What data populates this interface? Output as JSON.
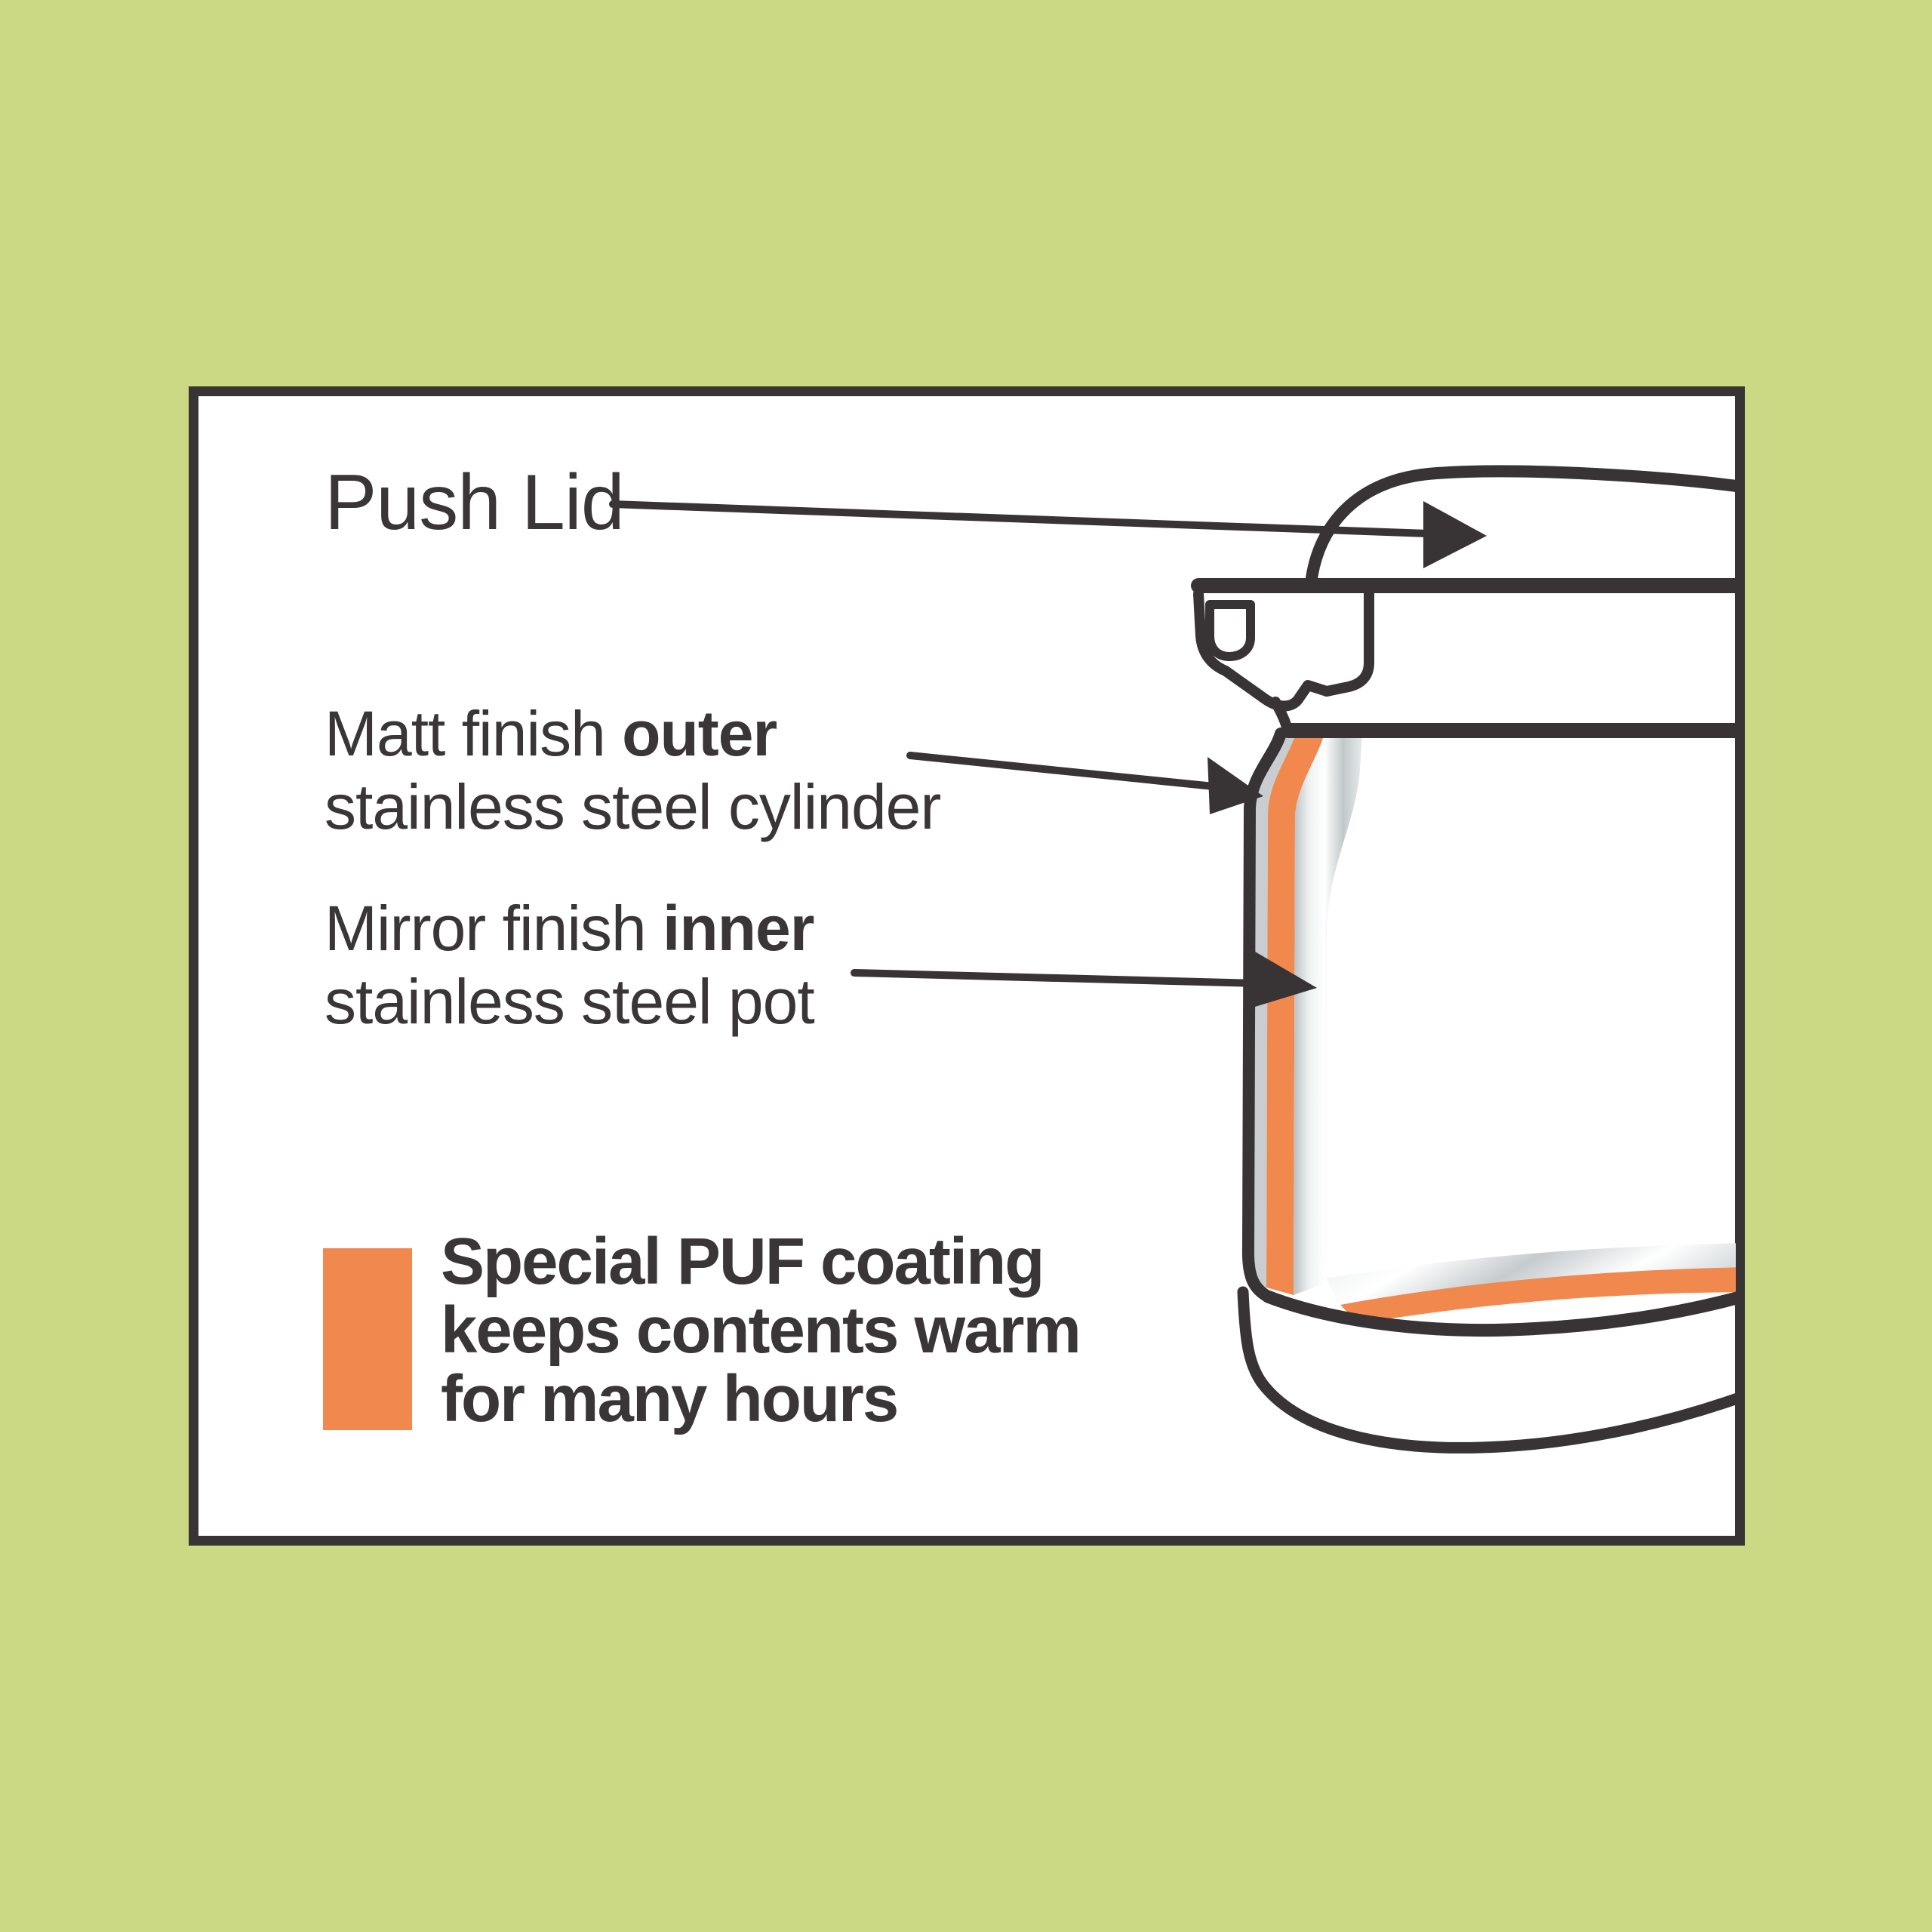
{
  "diagram": {
    "title_context": "Vacuum flask insulation cutaway diagram",
    "colors": {
      "background_green": "#cbd985",
      "panel_white": "#ffffff",
      "line_dark": "#383334",
      "text_dark": "#3a3637",
      "puf_orange": "#f1894f",
      "steel_gray": "#c9cdcf"
    },
    "labels": {
      "push_lid": "Push Lid",
      "outer": {
        "line1_regular": "Matt finish ",
        "line1_bold": "outer",
        "line2": "stainless steel cylinder"
      },
      "inner": {
        "line1_regular": "Mirror finish ",
        "line1_bold": "inner",
        "line2": "stainless steel pot"
      },
      "puf_note": {
        "line1": "Special PUF coating",
        "line2": "keeps contents warm",
        "line3": "for many hours"
      }
    }
  }
}
